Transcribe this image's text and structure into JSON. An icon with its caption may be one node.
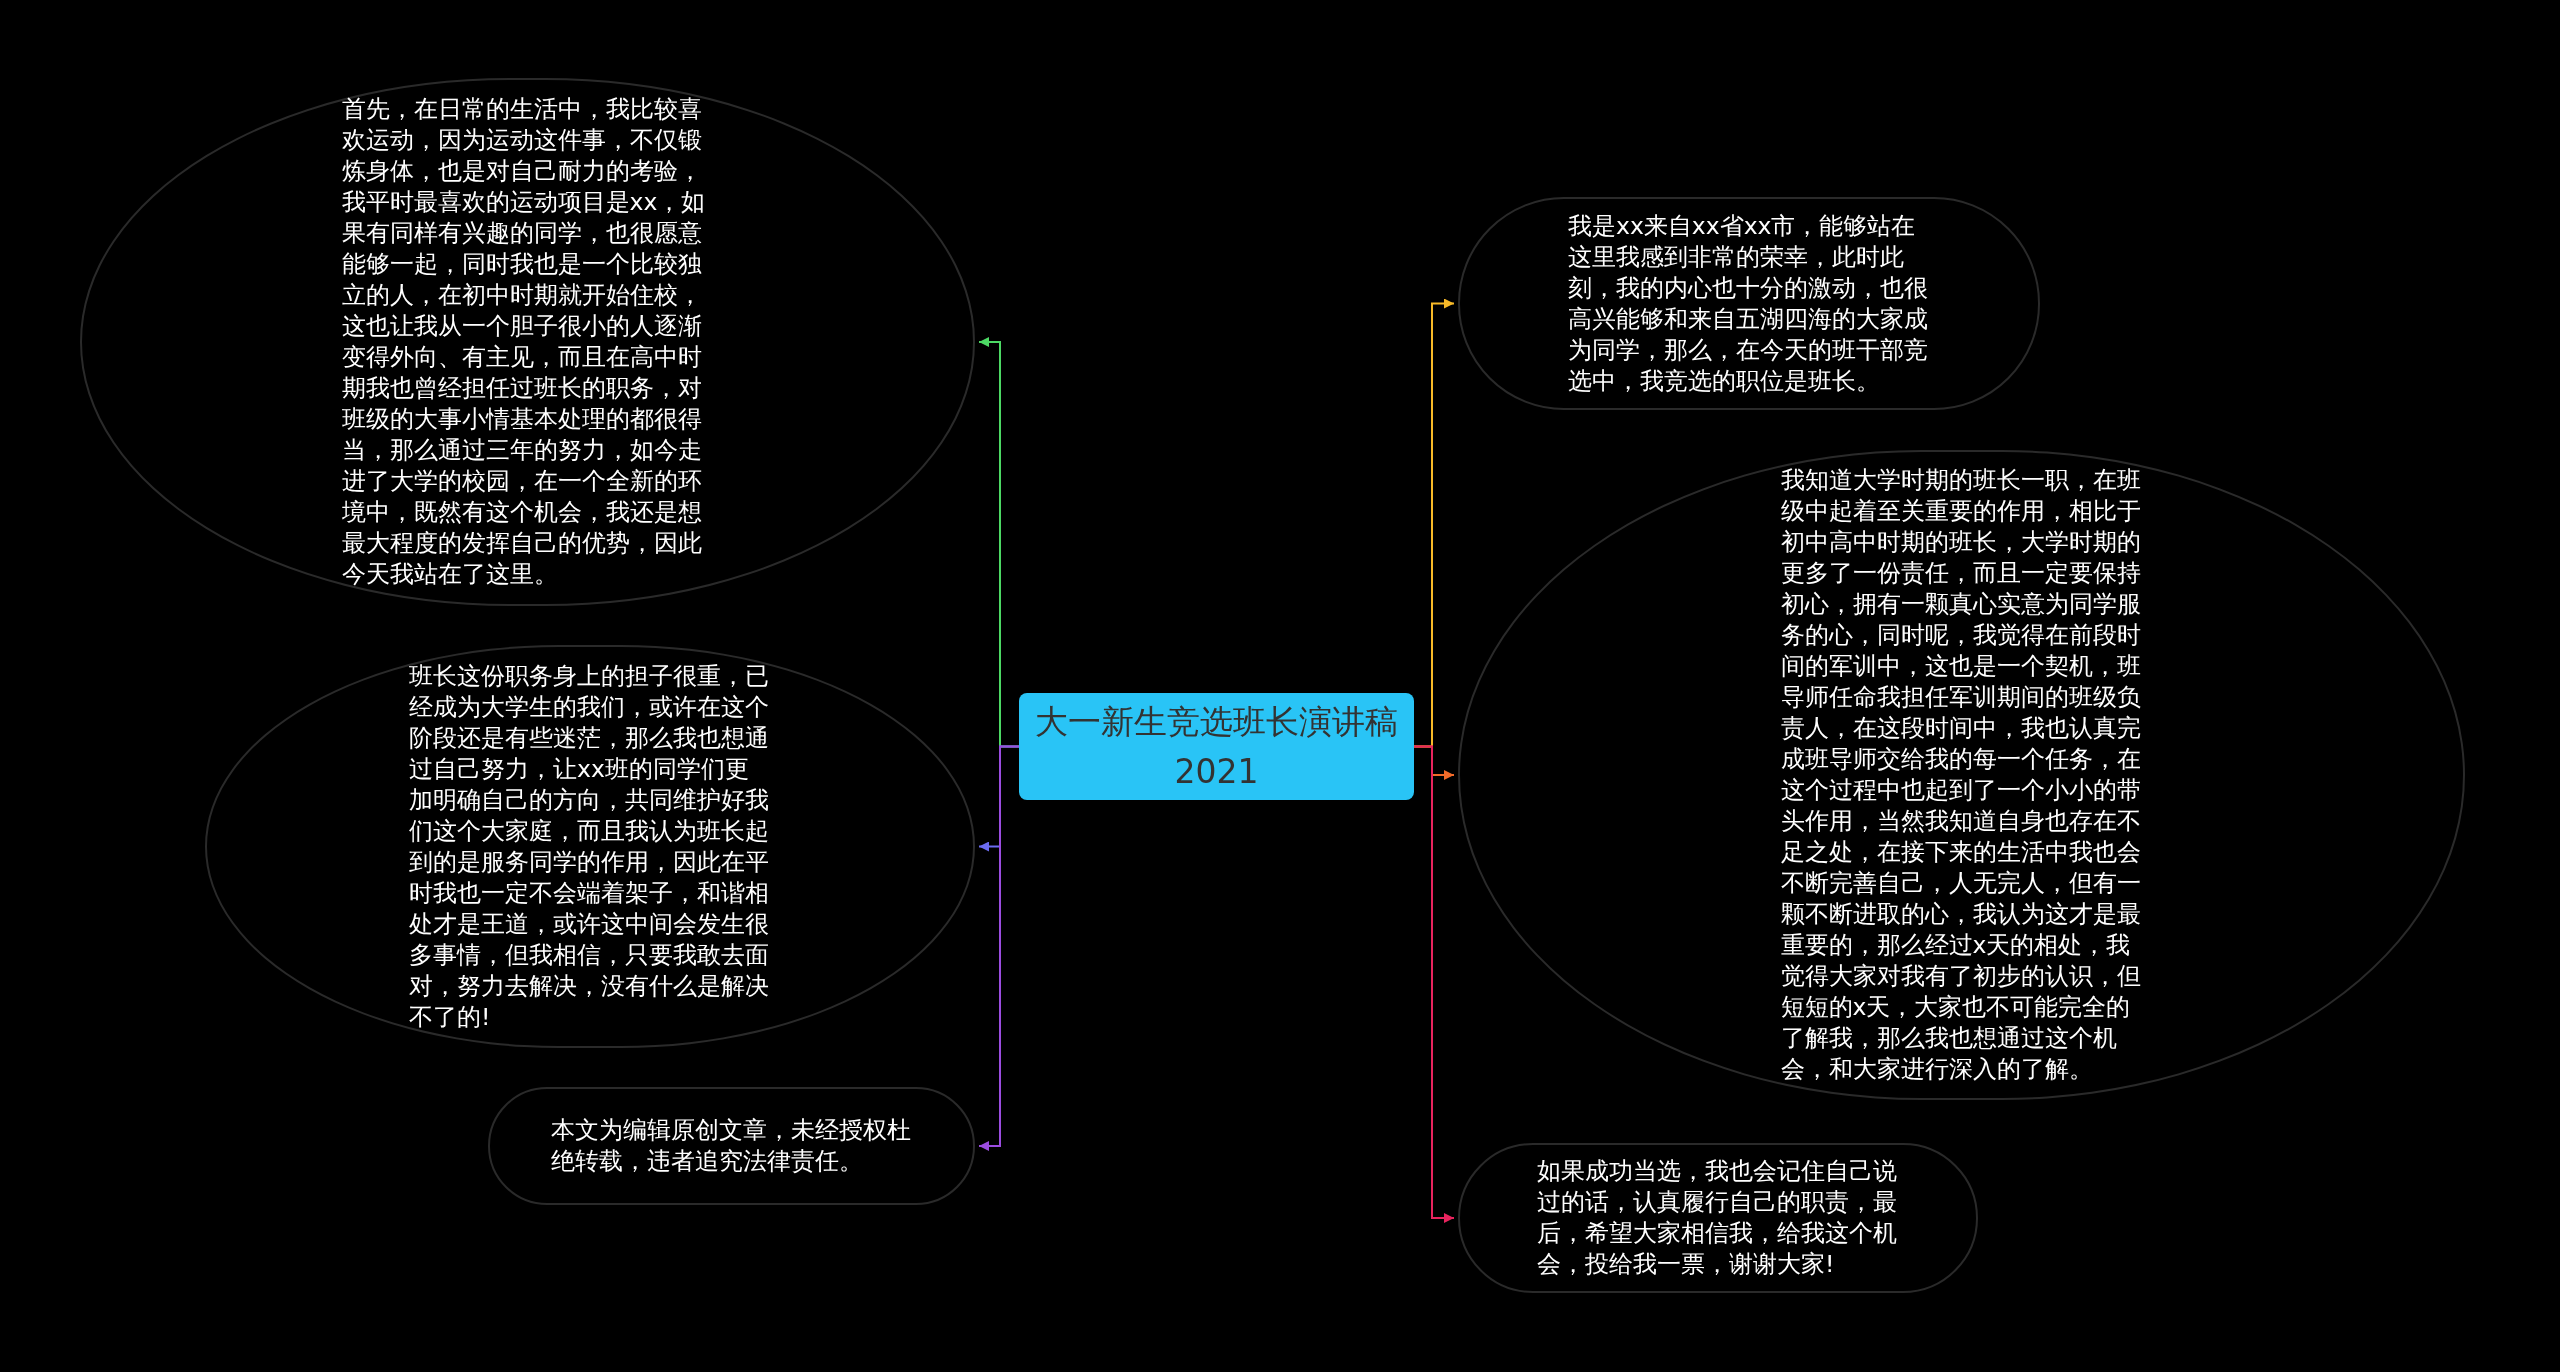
{
  "diagram": {
    "nodes": [
      {
        "text": [
          "大一新生竞选班长演讲稿2021"
        ]
      },
      {
        "text": [
          "首先，在日常的生活中，我比较喜欢运动，因为运动这件事，不仅锻炼身体，也是对自己耐力的考验，我平时最喜欢的运动项目是xx，如果有同样有兴趣的同学，也很愿意能够一起，同时我也是一个比较独立的人，在初中时期就开始住校，这也让我从一个胆子很小的人逐渐变得外向、有主见，而且在高中时期我也曾经担任过班长的职务，对班级的大事小情基本处理的都很得当，那么通过三年的努力，如今走进了大学的校园，在一个全新的环境中，既然有这个机会，我还是想最大程度的发挥自己的优势，因此今天我站在了这里。"
        ]
      },
      {
        "text": [
          "班长这份职务身上的担子很重，已经成为大学生的我们，或许在这个阶段还是有些迷茫，那么我也想通过自己努力，让xx班的同学们更加明确自己的方向，共同维护好我们这个大家庭，而且我认为班长起到的是服务同学的作用，因此在平时我也一定不会端着架子，和谐相处才是王道，或许这中间会发生很多事情，但我相信，只要我敢去面对，努力去解决，没有什么是解决不了的!"
        ]
      },
      {
        "text": [
          "本文为编辑原创文章，未经授权杜绝转载，违者追究法律责任。"
        ]
      },
      {
        "text": [
          "我是xx来自xx省xx市，能够站在这里我感到非常的荣幸，此时此刻，我的内心也十分的激动，也很高兴能够和来自五湖四海的大家成为同学，那么，在今天的班干部竞选中，我竞选的职位是班长。"
        ]
      },
      {
        "text": [
          "我知道大学时期的班长一职，在班级中起着至关重要的作用，相比于初中高中时期的班长，大学时期的更多了一份责任，而且一定要保持初心，拥有一颗真心实意为同学服务的心，同时呢，我觉得在前段时间的军训中，这也是一个契机，班导师任命我担任军训期间的班级负责人，在这段时间中，我也认真完成班导师交给我的每一个任务，在这个过程中也起到了一个小小的带头作用，当然我知道自身也存在不足之处，在接下来的生活中我也会不断完善自己，人无完人，但有一颗不断进取的心，我认为这才是最重要的，那么经过x天的相处，我觉得大家对我有了初步的认识，但短短的x天，大家也不可能完全的了解我，那么我也想通过这个机会，和大家进行深入的了解。"
        ]
      },
      {
        "text": [
          "如果成功当选，我也会记住自己说过的话，认真履行自己的职责，最后，希望大家相信我，给我这个机会，投给我一票，谢谢大家!"
        ]
      }
    ],
    "edges": [
      {
        "from": 0,
        "to": 1,
        "arrow": "to",
        "color": "#4cd964"
      },
      {
        "from": 0,
        "to": 2,
        "arrow": "to",
        "color": "#6c6cf0"
      },
      {
        "from": 0,
        "to": 3,
        "arrow": "to",
        "color": "#9b4de0"
      },
      {
        "from": 0,
        "to": 4,
        "arrow": "to",
        "color": "#f7b928"
      },
      {
        "from": 0,
        "to": 5,
        "arrow": "to",
        "color": "#f26b2a"
      },
      {
        "from": 0,
        "to": 6,
        "arrow": "to",
        "color": "#e8245e"
      }
    ]
  }
}
